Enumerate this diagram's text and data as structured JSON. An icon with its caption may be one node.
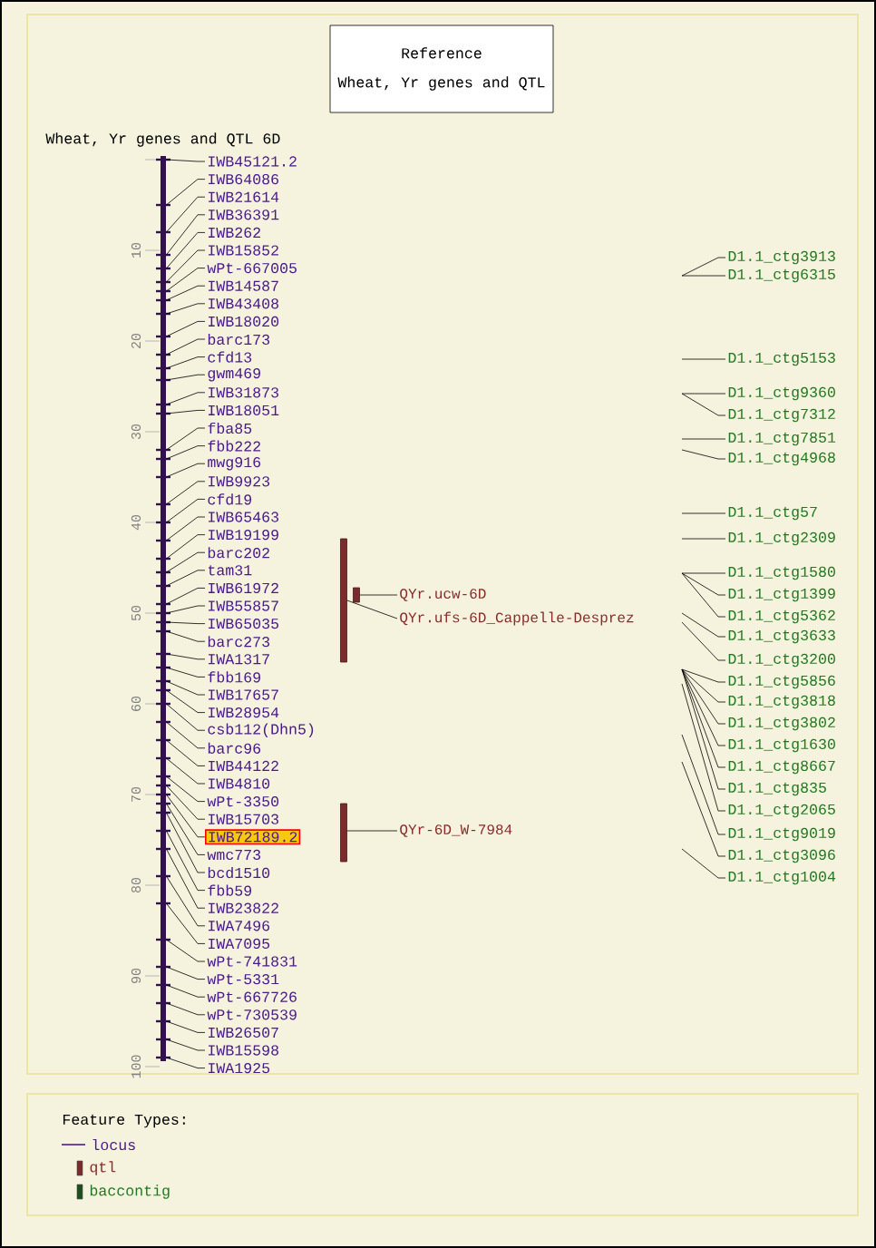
{
  "diagram": {
    "nodes": [
      {
        "text": [
          "Reference",
          "Wheat, Yr genes and QTL"
        ]
      },
      {
        "text": [],
        "shape": "bar"
      },
      {
        "text": [
          "IWB45121.2"
        ]
      },
      {
        "text": [
          "IWB64086"
        ]
      },
      {
        "text": [
          "IWB21614"
        ]
      },
      {
        "text": [
          "IWB36391"
        ]
      },
      {
        "text": [
          "IWB262"
        ]
      },
      {
        "text": [
          "IWB15852"
        ]
      },
      {
        "text": [
          "wPt-667005"
        ]
      },
      {
        "text": [
          "IWB14587"
        ]
      },
      {
        "text": [
          "IWB43408"
        ]
      },
      {
        "text": [
          "IWB18020"
        ]
      },
      {
        "text": [
          "barc173"
        ]
      },
      {
        "text": [
          "cfd13"
        ]
      },
      {
        "text": [
          "gwm469"
        ]
      },
      {
        "text": [
          "IWB31873"
        ]
      },
      {
        "text": [
          "IWB18051"
        ]
      },
      {
        "text": [
          "fba85"
        ]
      },
      {
        "text": [
          "fbb222"
        ]
      },
      {
        "text": [
          "mwg916"
        ]
      },
      {
        "text": [
          "IWB9923"
        ]
      },
      {
        "text": [
          "cfd19"
        ]
      },
      {
        "text": [
          "IWB65463"
        ]
      },
      {
        "text": [
          "IWB19199"
        ]
      },
      {
        "text": [
          "barc202"
        ]
      },
      {
        "text": [
          "tam31"
        ]
      },
      {
        "text": [
          "IWB61972"
        ]
      },
      {
        "text": [
          "IWB55857"
        ]
      },
      {
        "text": [
          "IWB65035"
        ]
      },
      {
        "text": [
          "barc273"
        ]
      },
      {
        "text": [
          "IWA1317"
        ]
      },
      {
        "text": [
          "fbb169"
        ]
      },
      {
        "text": [
          "IWB17657"
        ]
      },
      {
        "text": [
          "IWB28954"
        ]
      },
      {
        "text": [
          "csb112(Dhn5)"
        ]
      },
      {
        "text": [
          "barc96"
        ]
      },
      {
        "text": [
          "IWB44122"
        ]
      },
      {
        "text": [
          "IWB4810"
        ]
      },
      {
        "text": [
          "wPt-3350"
        ]
      },
      {
        "text": [
          "IWB15703"
        ]
      },
      {
        "text": [
          "IWB72189.2"
        ]
      },
      {
        "text": [
          "wmc773"
        ]
      },
      {
        "text": [
          "bcd1510"
        ]
      },
      {
        "text": [
          "fbb59"
        ]
      },
      {
        "text": [
          "IWB23822"
        ]
      },
      {
        "text": [
          "IWA7496"
        ]
      },
      {
        "text": [
          "IWA7095"
        ]
      },
      {
        "text": [
          "wPt-741831"
        ]
      },
      {
        "text": [
          "wPt-5331"
        ]
      },
      {
        "text": [
          "wPt-667726"
        ]
      },
      {
        "text": [
          "wPt-730539"
        ]
      },
      {
        "text": [
          "IWB26507"
        ]
      },
      {
        "text": [
          "IWB15598"
        ]
      },
      {
        "text": [
          "IWA1925"
        ]
      },
      {
        "text": [],
        "shape": "bar"
      },
      {
        "text": [],
        "shape": "bar"
      },
      {
        "text": [
          "QYr.ucw-6D"
        ]
      },
      {
        "text": [
          "QYr.ufs-6D_Cappelle-Desprez"
        ]
      },
      {
        "text": [],
        "shape": "bar"
      },
      {
        "text": [
          "QYr-6D_W-7984"
        ]
      },
      {
        "text": [
          "D1.1_ctg3913"
        ]
      },
      {
        "text": [
          "D1.1_ctg6315"
        ]
      },
      {
        "text": [
          "D1.1_ctg5153"
        ]
      },
      {
        "text": [
          "D1.1_ctg9360"
        ]
      },
      {
        "text": [
          "D1.1_ctg7312"
        ]
      },
      {
        "text": [
          "D1.1_ctg7851"
        ]
      },
      {
        "text": [
          "D1.1_ctg4968"
        ]
      },
      {
        "text": [
          "D1.1_ctg57"
        ]
      },
      {
        "text": [
          "D1.1_ctg2309"
        ]
      },
      {
        "text": [
          "D1.1_ctg1580"
        ]
      },
      {
        "text": [
          "D1.1_ctg1399"
        ]
      },
      {
        "text": [
          "D1.1_ctg5362"
        ]
      },
      {
        "text": [
          "D1.1_ctg3633"
        ]
      },
      {
        "text": [
          "D1.1_ctg3200"
        ]
      },
      {
        "text": [
          "D1.1_ctg5856"
        ]
      },
      {
        "text": [
          "D1.1_ctg3818"
        ]
      },
      {
        "text": [
          "D1.1_ctg3802"
        ]
      },
      {
        "text": [
          "D1.1_ctg1630"
        ]
      },
      {
        "text": [
          "D1.1_ctg8667"
        ]
      },
      {
        "text": [
          "D1.1_ctg835"
        ]
      },
      {
        "text": [
          "D1.1_ctg2065"
        ]
      },
      {
        "text": [
          "D1.1_ctg9019"
        ]
      },
      {
        "text": [
          "D1.1_ctg3096"
        ]
      },
      {
        "text": [
          "D1.1_ctg1004"
        ]
      }
    ],
    "edges": [
      {
        "from": 2,
        "to": 1,
        "arrow": "none"
      },
      {
        "from": 3,
        "to": 1,
        "arrow": "none"
      },
      {
        "from": 4,
        "to": 1,
        "arrow": "none"
      },
      {
        "from": 5,
        "to": 1,
        "arrow": "none"
      },
      {
        "from": 6,
        "to": 1,
        "arrow": "none"
      },
      {
        "from": 7,
        "to": 1,
        "arrow": "none"
      },
      {
        "from": 8,
        "to": 1,
        "arrow": "none"
      },
      {
        "from": 9,
        "to": 1,
        "arrow": "none"
      },
      {
        "from": 10,
        "to": 1,
        "arrow": "none"
      },
      {
        "from": 11,
        "to": 1,
        "arrow": "none"
      },
      {
        "from": 12,
        "to": 1,
        "arrow": "none"
      },
      {
        "from": 13,
        "to": 1,
        "arrow": "none"
      },
      {
        "from": 14,
        "to": 1,
        "arrow": "none"
      },
      {
        "from": 15,
        "to": 1,
        "arrow": "none"
      },
      {
        "from": 16,
        "to": 1,
        "arrow": "none"
      },
      {
        "from": 17,
        "to": 1,
        "arrow": "none"
      },
      {
        "from": 18,
        "to": 1,
        "arrow": "none"
      },
      {
        "from": 19,
        "to": 1,
        "arrow": "none"
      },
      {
        "from": 20,
        "to": 1,
        "arrow": "none"
      },
      {
        "from": 21,
        "to": 1,
        "arrow": "none"
      },
      {
        "from": 22,
        "to": 1,
        "arrow": "none"
      },
      {
        "from": 23,
        "to": 1,
        "arrow": "none"
      },
      {
        "from": 24,
        "to": 1,
        "arrow": "none"
      },
      {
        "from": 25,
        "to": 1,
        "arrow": "none"
      },
      {
        "from": 26,
        "to": 1,
        "arrow": "none"
      },
      {
        "from": 27,
        "to": 1,
        "arrow": "none"
      },
      {
        "from": 28,
        "to": 1,
        "arrow": "none"
      },
      {
        "from": 29,
        "to": 1,
        "arrow": "none"
      },
      {
        "from": 30,
        "to": 1,
        "arrow": "none"
      },
      {
        "from": 31,
        "to": 1,
        "arrow": "none"
      },
      {
        "from": 32,
        "to": 1,
        "arrow": "none"
      },
      {
        "from": 33,
        "to": 1,
        "arrow": "none"
      },
      {
        "from": 34,
        "to": 1,
        "arrow": "none"
      },
      {
        "from": 35,
        "to": 1,
        "arrow": "none"
      },
      {
        "from": 36,
        "to": 1,
        "arrow": "none"
      },
      {
        "from": 37,
        "to": 1,
        "arrow": "none"
      },
      {
        "from": 38,
        "to": 1,
        "arrow": "none"
      },
      {
        "from": 39,
        "to": 1,
        "arrow": "none"
      },
      {
        "from": 40,
        "to": 1,
        "arrow": "none"
      },
      {
        "from": 41,
        "to": 1,
        "arrow": "none"
      },
      {
        "from": 42,
        "to": 1,
        "arrow": "none"
      },
      {
        "from": 43,
        "to": 1,
        "arrow": "none"
      },
      {
        "from": 44,
        "to": 1,
        "arrow": "none"
      },
      {
        "from": 45,
        "to": 1,
        "arrow": "none"
      },
      {
        "from": 46,
        "to": 1,
        "arrow": "none"
      },
      {
        "from": 47,
        "to": 1,
        "arrow": "none"
      },
      {
        "from": 48,
        "to": 1,
        "arrow": "none"
      },
      {
        "from": 49,
        "to": 1,
        "arrow": "none"
      },
      {
        "from": 50,
        "to": 1,
        "arrow": "none"
      },
      {
        "from": 51,
        "to": 1,
        "arrow": "none"
      },
      {
        "from": 52,
        "to": 1,
        "arrow": "none"
      },
      {
        "from": 53,
        "to": 1,
        "arrow": "none"
      },
      {
        "from": 56,
        "to": 55,
        "arrow": "none"
      },
      {
        "from": 57,
        "to": 54,
        "arrow": "none"
      },
      {
        "from": 59,
        "to": 58,
        "arrow": "none"
      },
      {
        "from": 60,
        "to": null,
        "arrow": "none"
      },
      {
        "from": 61,
        "to": null,
        "arrow": "none"
      },
      {
        "from": 62,
        "to": null,
        "arrow": "none"
      },
      {
        "from": 63,
        "to": null,
        "arrow": "none"
      },
      {
        "from": 64,
        "to": null,
        "arrow": "none"
      },
      {
        "from": 65,
        "to": null,
        "arrow": "none"
      },
      {
        "from": 66,
        "to": null,
        "arrow": "none"
      },
      {
        "from": 67,
        "to": null,
        "arrow": "none"
      },
      {
        "from": 68,
        "to": null,
        "arrow": "none"
      },
      {
        "from": 69,
        "to": null,
        "arrow": "none"
      },
      {
        "from": 70,
        "to": null,
        "arrow": "none"
      },
      {
        "from": 71,
        "to": null,
        "arrow": "none"
      },
      {
        "from": 72,
        "to": null,
        "arrow": "none"
      },
      {
        "from": 73,
        "to": null,
        "arrow": "none"
      },
      {
        "from": 74,
        "to": null,
        "arrow": "none"
      },
      {
        "from": 75,
        "to": null,
        "arrow": "none"
      },
      {
        "from": 76,
        "to": null,
        "arrow": "none"
      },
      {
        "from": 77,
        "to": null,
        "arrow": "none"
      },
      {
        "from": 78,
        "to": null,
        "arrow": "none"
      },
      {
        "from": 79,
        "to": null,
        "arrow": "none"
      },
      {
        "from": 80,
        "to": null,
        "arrow": "none"
      },
      {
        "from": 81,
        "to": null,
        "arrow": "none"
      },
      {
        "from": 82,
        "to": null,
        "arrow": "none"
      },
      {
        "from": 83,
        "to": null,
        "arrow": "none"
      }
    ],
    "labels": [
      "Wheat, Yr genes and QTL 6D",
      "10",
      "20",
      "30",
      "40",
      "50",
      "60",
      "70",
      "80",
      "90",
      "100",
      "Feature Types:"
    ],
    "legend": [
      {
        "text": "locus"
      },
      {
        "text": "qtl",
        "color": "#7a2c2c"
      },
      {
        "text": "baccontig",
        "color": "#1e4d1e"
      }
    ]
  }
}
